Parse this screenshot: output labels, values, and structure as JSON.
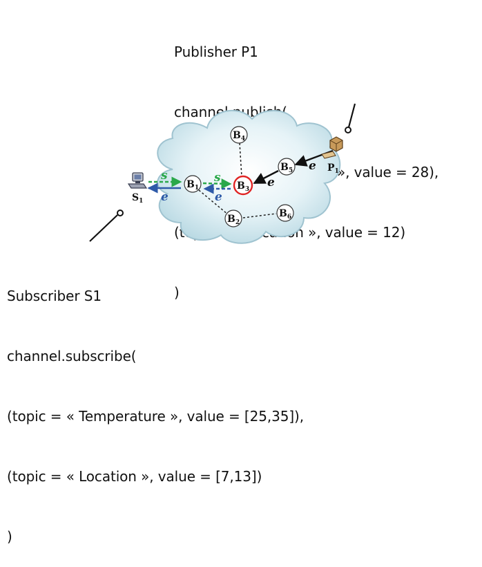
{
  "publisher": {
    "lines": [
      "Publisher P1",
      "channel.publish(",
      "(topic = « Temperature », value = 28),",
      "(topic = « Location », value = 12)",
      ")"
    ]
  },
  "subscriber": {
    "lines": [
      "Subscriber S1",
      "channel.subscribe(",
      "(topic = « Temperature », value = [25,35]),",
      "(topic = « Location », value = [7,13])",
      ")"
    ]
  },
  "diagram": {
    "nodes": {
      "b1": {
        "main": "B",
        "sub": "1"
      },
      "b2": {
        "main": "B",
        "sub": "2"
      },
      "b3": {
        "main": "B",
        "sub": "3"
      },
      "b4": {
        "main": "B",
        "sub": "4"
      },
      "b5": {
        "main": "B",
        "sub": "5"
      },
      "b6": {
        "main": "B",
        "sub": "6"
      }
    },
    "endpoints": {
      "s1": {
        "main": "S",
        "sub": "1"
      },
      "p1": {
        "main": "P",
        "sub": "1"
      }
    },
    "edge_labels": {
      "subscription": "s",
      "event": "e"
    },
    "colors": {
      "subscription": "#2aa84a",
      "event": "#2e5aa8",
      "highlight": "#e02424",
      "cloud_fill": "#cfe8ef",
      "cloud_edge": "#9fc3d0"
    }
  }
}
